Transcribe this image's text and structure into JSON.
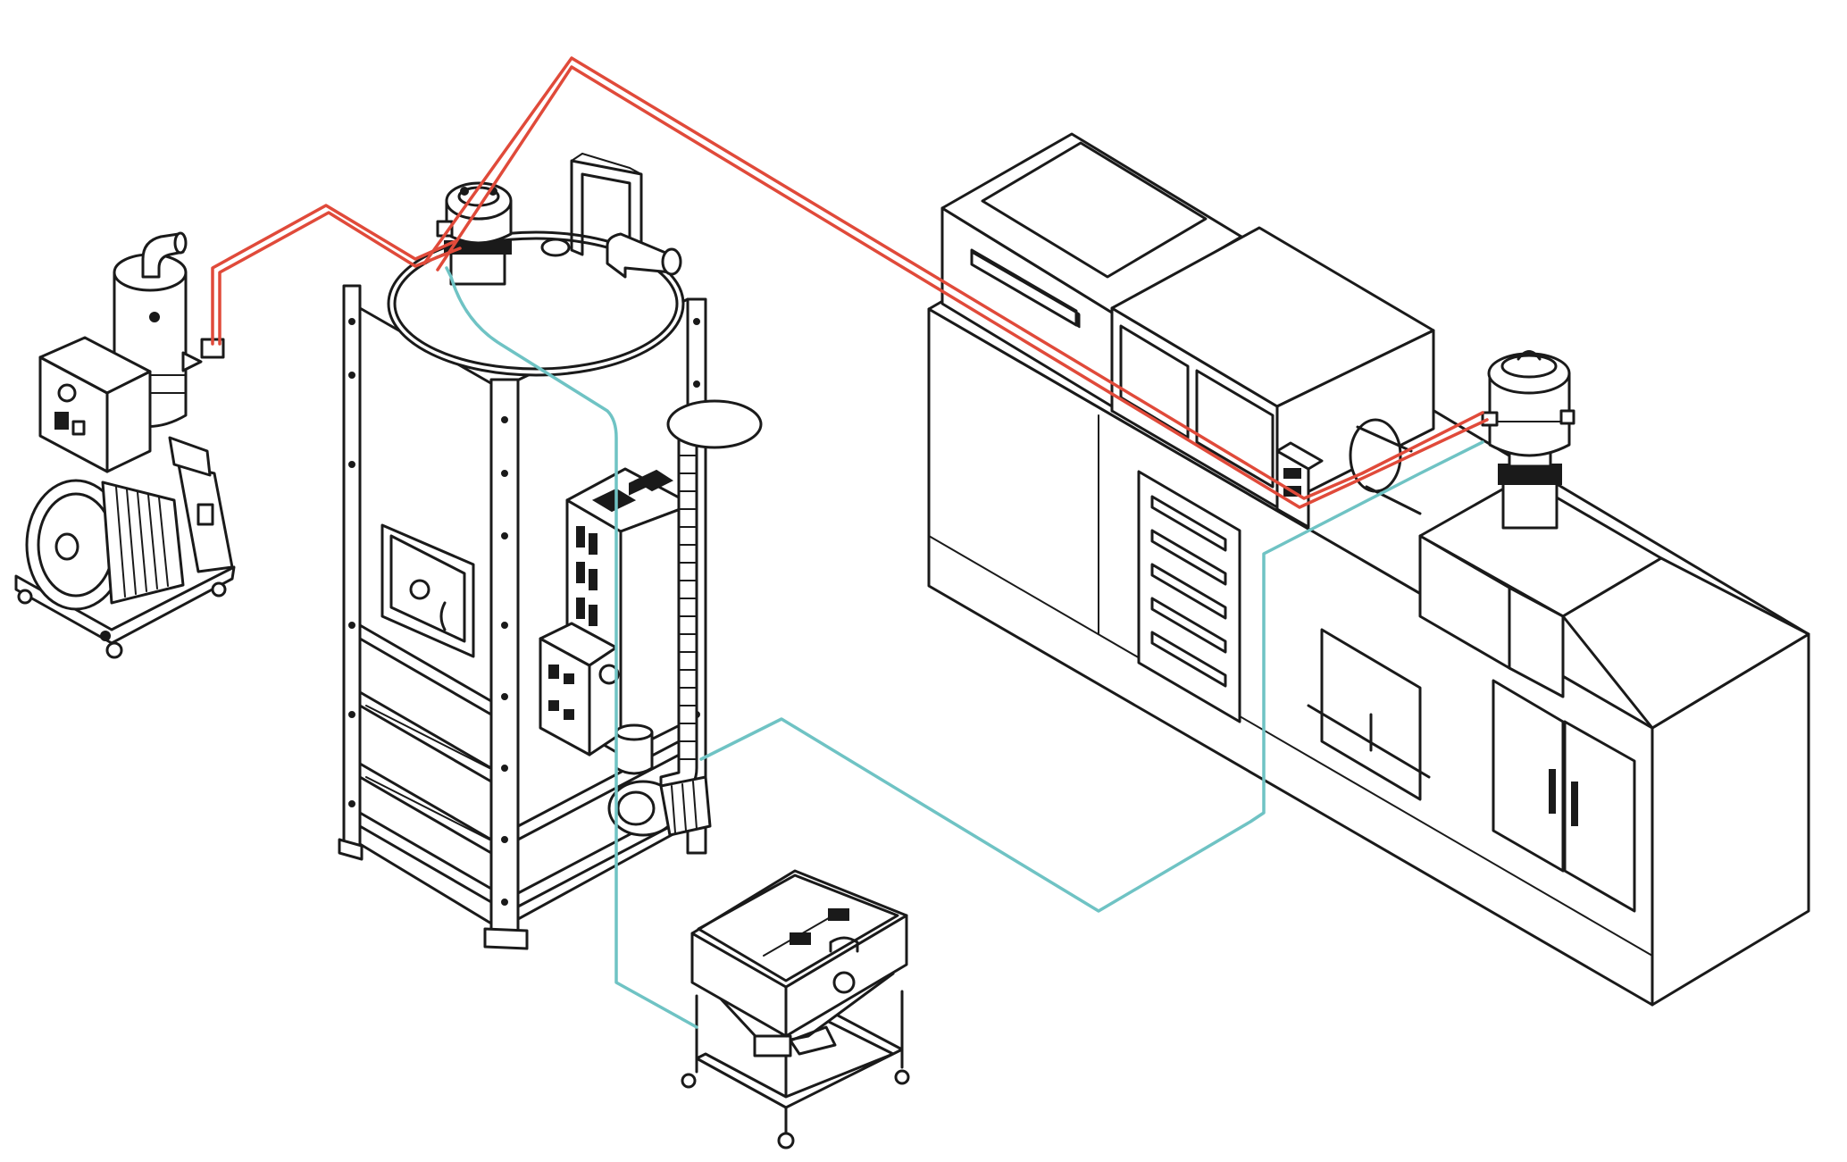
{
  "colors": {
    "background": "#ffffff",
    "line": "#1a1a1a",
    "vacuum_line": "#e04a3a",
    "material_line": "#6fc3c4"
  },
  "components": [
    {
      "id": "vacuum-pump",
      "icon": "vacuum-pump-icon"
    },
    {
      "id": "dryer-hopper",
      "icon": "dryer-hopper-icon"
    },
    {
      "id": "mobile-material-bin",
      "icon": "material-bin-icon"
    },
    {
      "id": "injection-molding-machine",
      "icon": "molding-machine-icon"
    },
    {
      "id": "hopper-receiver",
      "icon": "hopper-receiver-icon"
    }
  ]
}
